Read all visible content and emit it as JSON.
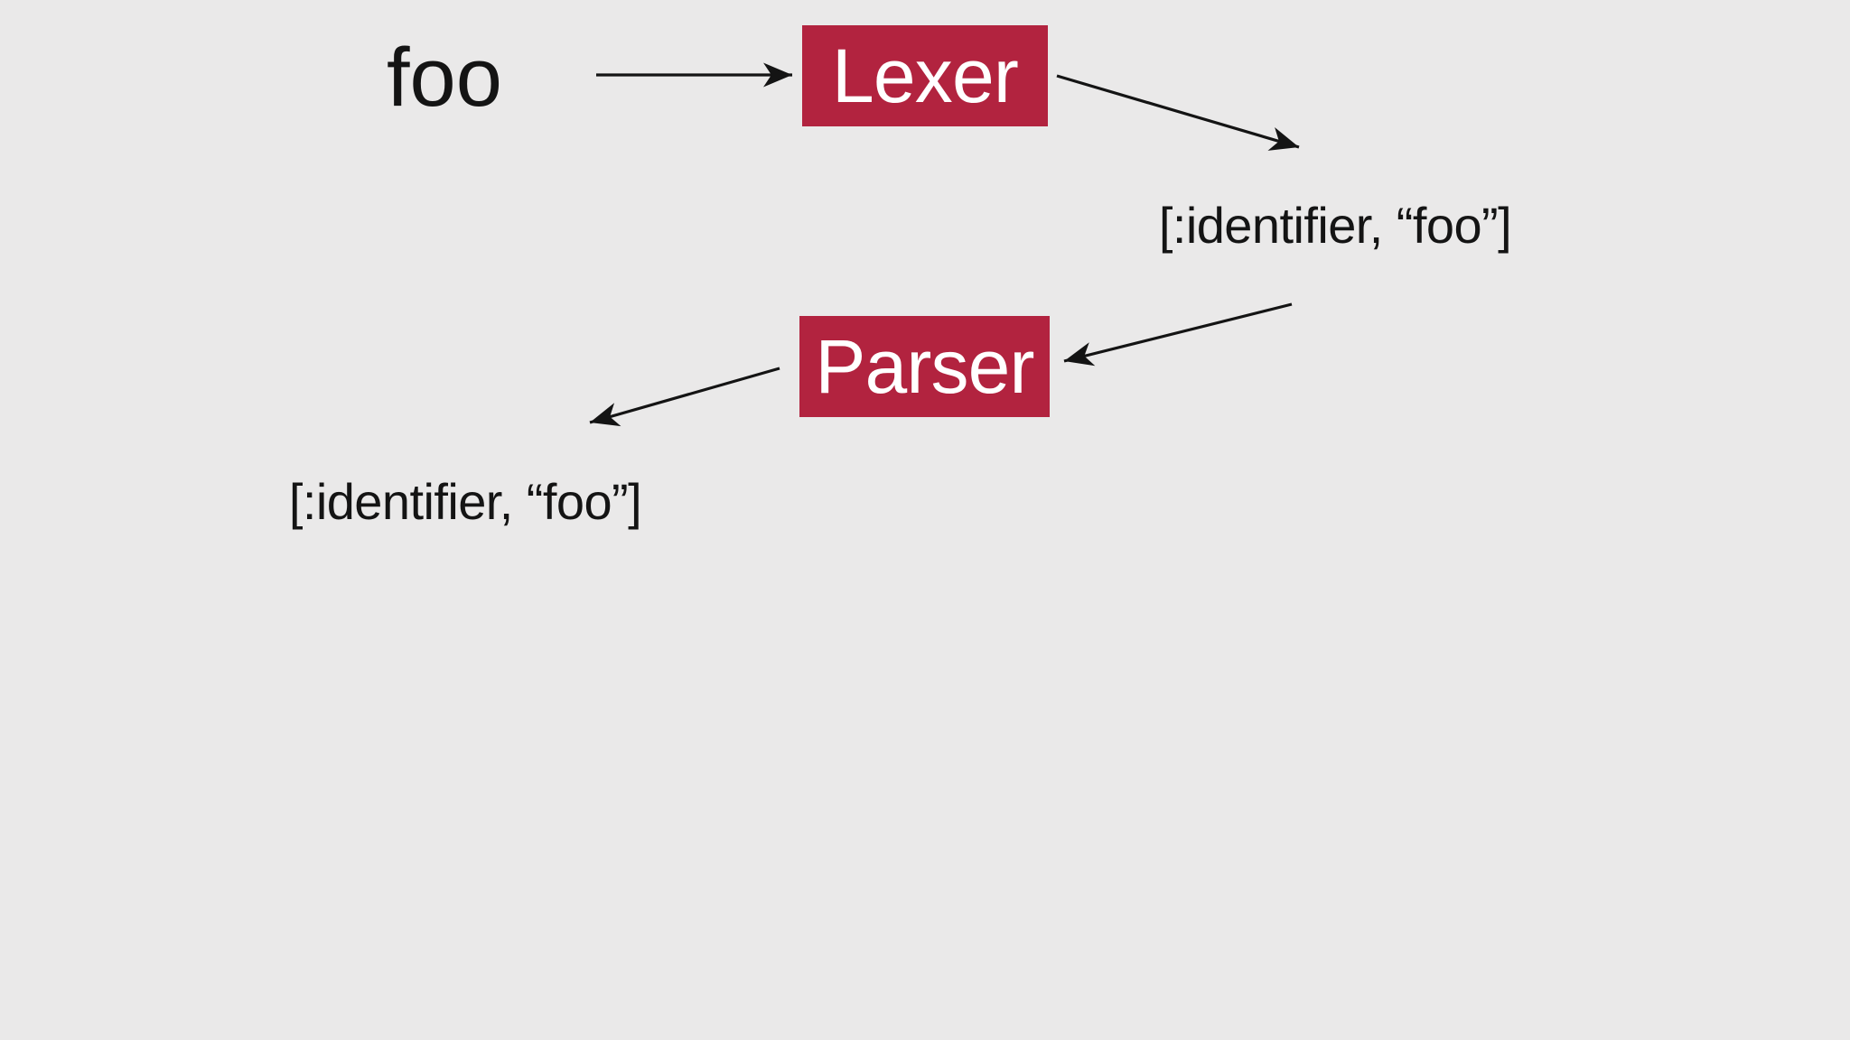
{
  "colors": {
    "background": "#eae9e9",
    "box_fill": "#b2233f",
    "box_text": "#ffffff",
    "ink": "#141414"
  },
  "diagram": {
    "input_label": "foo",
    "stages": [
      {
        "label": "Lexer",
        "output": "[:identifier, “foo”]"
      },
      {
        "label": "Parser",
        "output": "[:identifier, “foo”]"
      }
    ]
  }
}
